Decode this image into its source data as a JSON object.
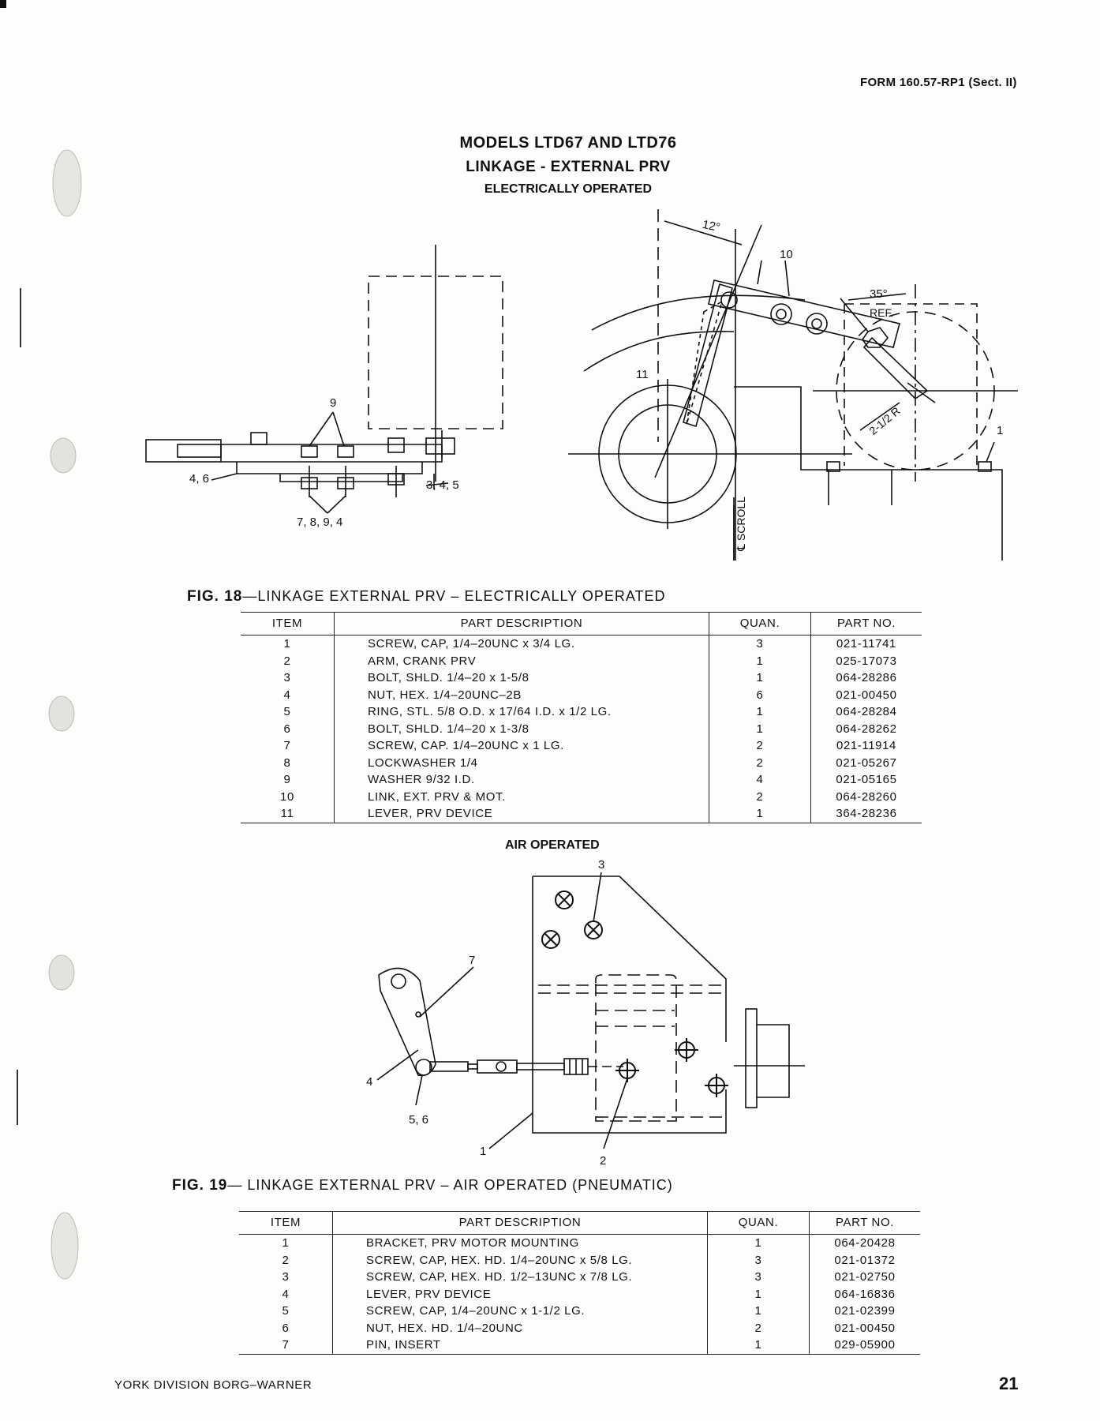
{
  "header": {
    "form_number": "FORM 160.57-RP1 (Sect. II)"
  },
  "title": {
    "line1": "MODELS LTD67 AND LTD76",
    "line2": "LINKAGE - EXTERNAL PRV",
    "line3": "ELECTRICALLY OPERATED"
  },
  "fig18": {
    "labels": {
      "angle12": "12°",
      "item10": "10",
      "angle35": "35°",
      "ref": "REF.",
      "item11": "11",
      "item9": "9",
      "item46": "4, 6",
      "item345": "3, 4, 5",
      "item7894": "7, 8, 9, 4",
      "radius": "2-1/2 R",
      "scroll": "℄ SCROLL",
      "item1": "1"
    },
    "caption_prefix": "FIG. 18",
    "caption_text": "—LINKAGE EXTERNAL PRV – ELECTRICALLY OPERATED"
  },
  "table_headers": {
    "item": "ITEM",
    "desc": "PART DESCRIPTION",
    "quan": "QUAN.",
    "part": "PART NO."
  },
  "table18": {
    "rows": [
      {
        "item": "1",
        "desc": "SCREW, CAP, 1/4–20UNC x 3/4 LG.",
        "quan": "3",
        "part": "021-11741"
      },
      {
        "item": "2",
        "desc": "ARM, CRANK PRV",
        "quan": "1",
        "part": "025-17073"
      },
      {
        "item": "3",
        "desc": "BOLT, SHLD. 1/4–20 x 1-5/8",
        "quan": "1",
        "part": "064-28286"
      },
      {
        "item": "4",
        "desc": "NUT, HEX. 1/4–20UNC–2B",
        "quan": "6",
        "part": "021-00450"
      },
      {
        "item": "5",
        "desc": "RING, STL. 5/8 O.D. x 17/64 I.D. x 1/2 LG.",
        "quan": "1",
        "part": "064-28284"
      },
      {
        "item": "6",
        "desc": "BOLT, SHLD. 1/4–20 x 1-3/8",
        "quan": "1",
        "part": "064-28262"
      },
      {
        "item": "7",
        "desc": "SCREW, CAP. 1/4–20UNC x 1 LG.",
        "quan": "2",
        "part": "021-11914"
      },
      {
        "item": "8",
        "desc": "LOCKWASHER 1/4",
        "quan": "2",
        "part": "021-05267"
      },
      {
        "item": "9",
        "desc": "WASHER 9/32 I.D.",
        "quan": "4",
        "part": "021-05165"
      },
      {
        "item": "10",
        "desc": "LINK, EXT. PRV & MOT.",
        "quan": "2",
        "part": "064-28260"
      },
      {
        "item": "11",
        "desc": "LEVER, PRV DEVICE",
        "quan": "1",
        "part": "364-28236"
      }
    ]
  },
  "air_title": "AIR OPERATED",
  "fig19": {
    "labels": {
      "item3": "3",
      "item7": "7",
      "item4": "4",
      "item56": "5, 6",
      "item1": "1",
      "item2": "2"
    },
    "caption_prefix": "FIG. 19",
    "caption_text": "— LINKAGE EXTERNAL PRV – AIR OPERATED (PNEUMATIC)"
  },
  "table19": {
    "rows": [
      {
        "item": "1",
        "desc": "BRACKET, PRV MOTOR MOUNTING",
        "quan": "1",
        "part": "064-20428"
      },
      {
        "item": "2",
        "desc": "SCREW, CAP, HEX. HD. 1/4–20UNC x 5/8 LG.",
        "quan": "3",
        "part": "021-01372"
      },
      {
        "item": "3",
        "desc": "SCREW, CAP, HEX. HD. 1/2–13UNC x 7/8 LG.",
        "quan": "3",
        "part": "021-02750"
      },
      {
        "item": "4",
        "desc": "LEVER, PRV DEVICE",
        "quan": "1",
        "part": "064-16836"
      },
      {
        "item": "5",
        "desc": "SCREW, CAP, 1/4–20UNC x 1-1/2 LG.",
        "quan": "1",
        "part": "021-02399"
      },
      {
        "item": "6",
        "desc": "NUT, HEX. HD. 1/4–20UNC",
        "quan": "2",
        "part": "021-00450"
      },
      {
        "item": "7",
        "desc": "PIN, INSERT",
        "quan": "1",
        "part": "029-05900"
      }
    ]
  },
  "footer": {
    "left": "YORK DIVISION  BORG–WARNER",
    "page": "21"
  }
}
